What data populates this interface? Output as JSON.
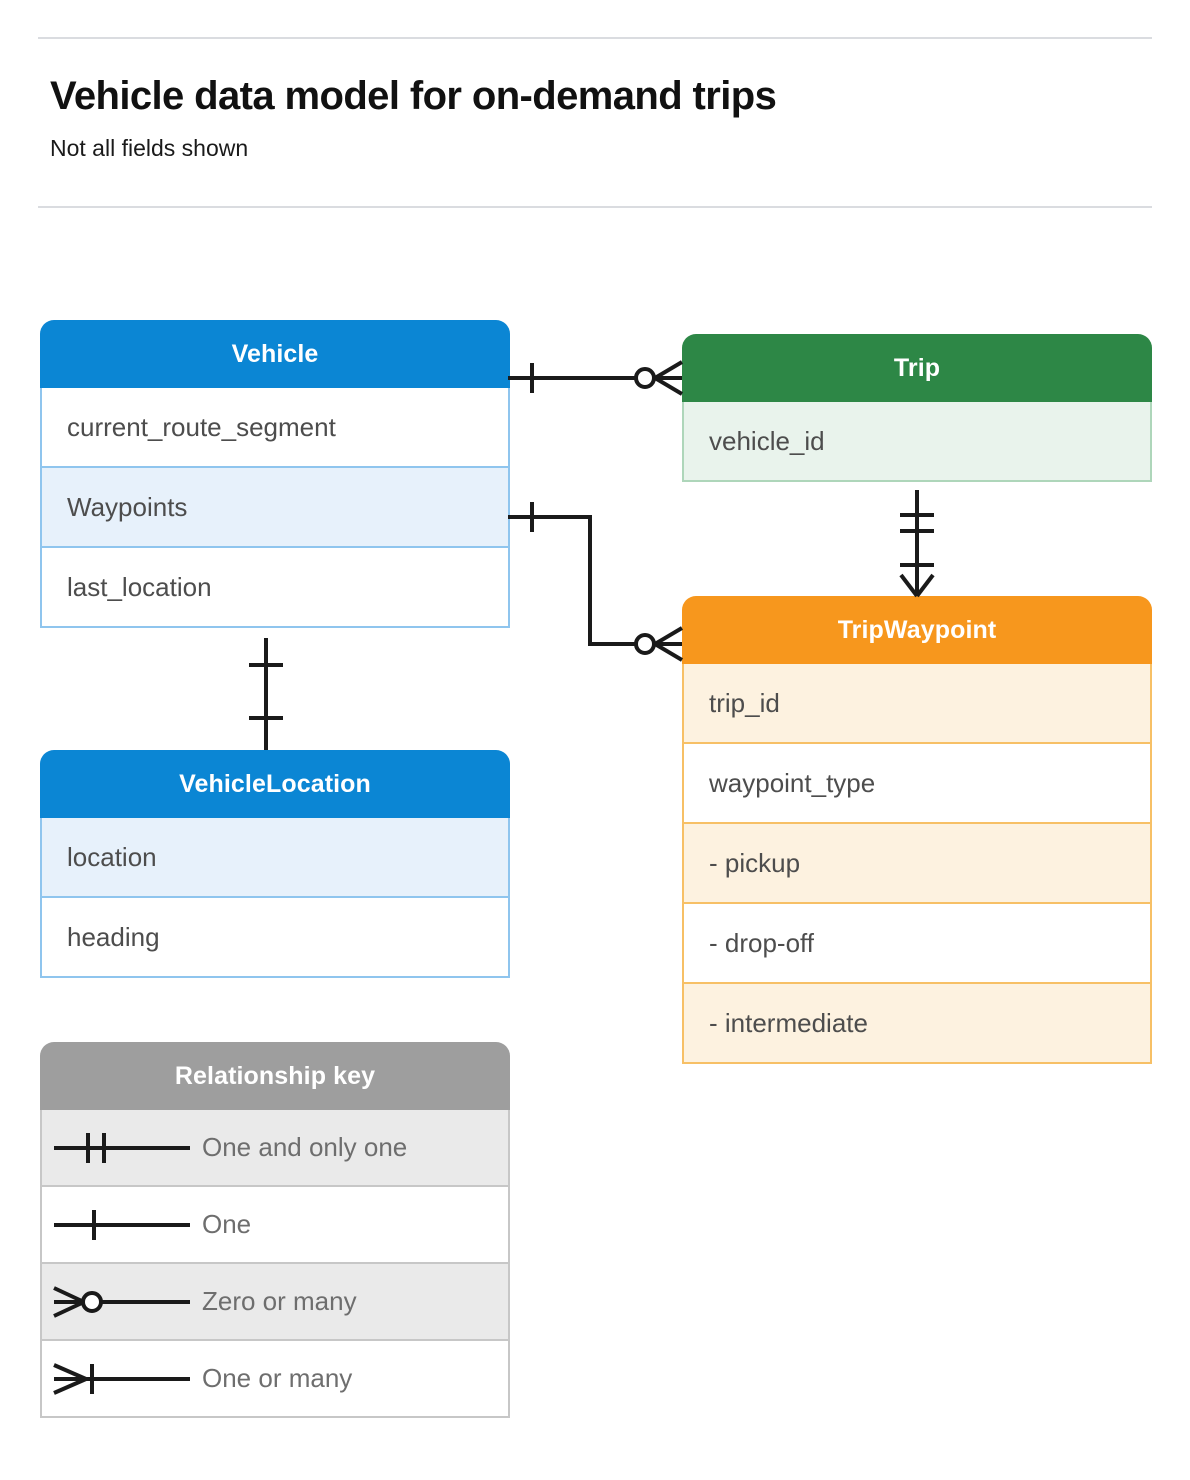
{
  "header": {
    "title": "Vehicle data model for on-demand trips",
    "subtitle": "Not all fields shown"
  },
  "colors": {
    "blue": "#0b86d4",
    "blue_row_tint": "#e7f1fb",
    "blue_border": "#8fc5ee",
    "green": "#2d8746",
    "green_row_tint": "#e9f3ec",
    "green_border": "#aed6ba",
    "orange": "#f7971d",
    "orange_row_tint": "#fdf2e0",
    "orange_border": "#f7c066",
    "gray": "#9e9e9e",
    "gray_row_tint": "#eaeaea",
    "gray_border": "#c7c7c7",
    "rule": "#dadce0",
    "connector": "#1a1a1a",
    "field_text": "#4d4d4d",
    "legend_text": "#6e6e6e"
  },
  "entities": [
    {
      "id": "vehicle",
      "name": "Vehicle",
      "color": "blue",
      "fields": [
        {
          "label": "current_route_segment",
          "tint": false
        },
        {
          "label": "Waypoints",
          "tint": true
        },
        {
          "label": "last_location",
          "tint": false
        }
      ]
    },
    {
      "id": "trip",
      "name": "Trip",
      "color": "green",
      "fields": [
        {
          "label": "vehicle_id",
          "tint": true
        }
      ]
    },
    {
      "id": "tripwaypoint",
      "name": "TripWaypoint",
      "color": "orange",
      "fields": [
        {
          "label": "trip_id",
          "tint": true
        },
        {
          "label": "waypoint_type",
          "tint": false
        },
        {
          "label": "- pickup",
          "tint": true
        },
        {
          "label": "- drop-off",
          "tint": false
        },
        {
          "label": "- intermediate",
          "tint": true
        }
      ]
    },
    {
      "id": "vehiclelocation",
      "name": "VehicleLocation",
      "color": "blue",
      "fields": [
        {
          "label": "location",
          "tint": true
        },
        {
          "label": "heading",
          "tint": false
        }
      ]
    }
  ],
  "legend": {
    "title": "Relationship key",
    "rows": [
      {
        "symbol": "one-and-only-one-icon",
        "label": "One and only one",
        "tint": true
      },
      {
        "symbol": "one-icon",
        "label": "One",
        "tint": false
      },
      {
        "symbol": "zero-or-many-icon",
        "label": "Zero or many",
        "tint": true
      },
      {
        "symbol": "one-or-many-icon",
        "label": "One or many",
        "tint": false
      }
    ]
  },
  "relationships": [
    {
      "id": "vehicle-trip",
      "from": "Vehicle",
      "to": "Trip",
      "from_cardinality": "One",
      "to_cardinality": "Zero or many"
    },
    {
      "id": "vehicle-waypoints-tripwaypoint",
      "from": "Vehicle.Waypoints",
      "to": "TripWaypoint",
      "from_cardinality": "One",
      "to_cardinality": "Zero or many"
    },
    {
      "id": "trip-tripwaypoint",
      "from": "Trip",
      "to": "TripWaypoint",
      "from_cardinality": "One and only one",
      "to_cardinality": "One or many"
    },
    {
      "id": "vehicle-vehiclelocation",
      "from": "Vehicle",
      "to": "VehicleLocation",
      "from_cardinality": "One",
      "to_cardinality": "One"
    }
  ]
}
